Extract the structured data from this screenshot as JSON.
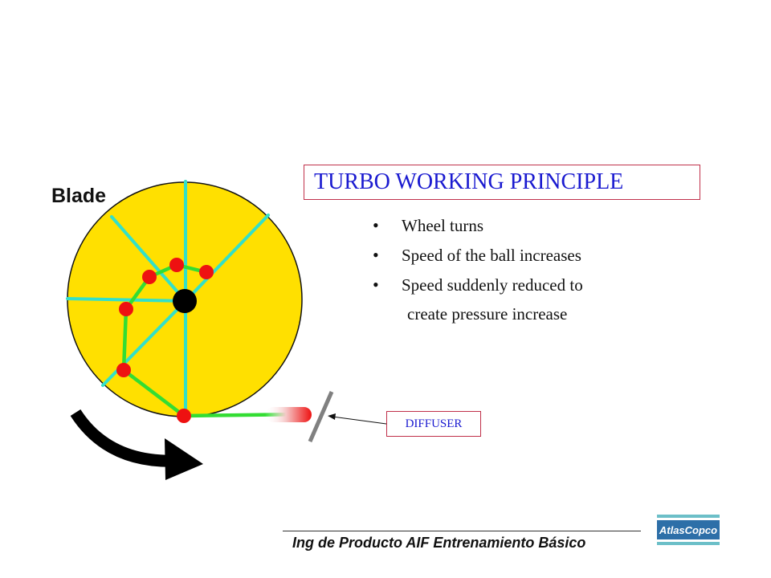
{
  "title": "TURBO WORKING PRINCIPLE",
  "bullets": [
    "Wheel turns",
    "Speed of the ball increases",
    "Speed suddenly reduced to"
  ],
  "bullet_continuation": "create pressure increase",
  "labels": {
    "blade": "Blade",
    "diffuser": "DIFFUSER"
  },
  "footer": {
    "text": "Ing de Producto AIF Entrenamiento Básico"
  },
  "logo": {
    "text": "AtlasCopco"
  },
  "colors": {
    "wheel_fill": "#FFE000",
    "blade": "#33E0C8",
    "ball_path": "#33DD33",
    "ball": "#EE1111",
    "hub": "#000000",
    "diffuser_wall": "#808080",
    "title_text": "#1A1AD0",
    "box_border": "#C0304A",
    "logo_blue": "#2D6FA8",
    "logo_teal": "#6CBFC8"
  }
}
